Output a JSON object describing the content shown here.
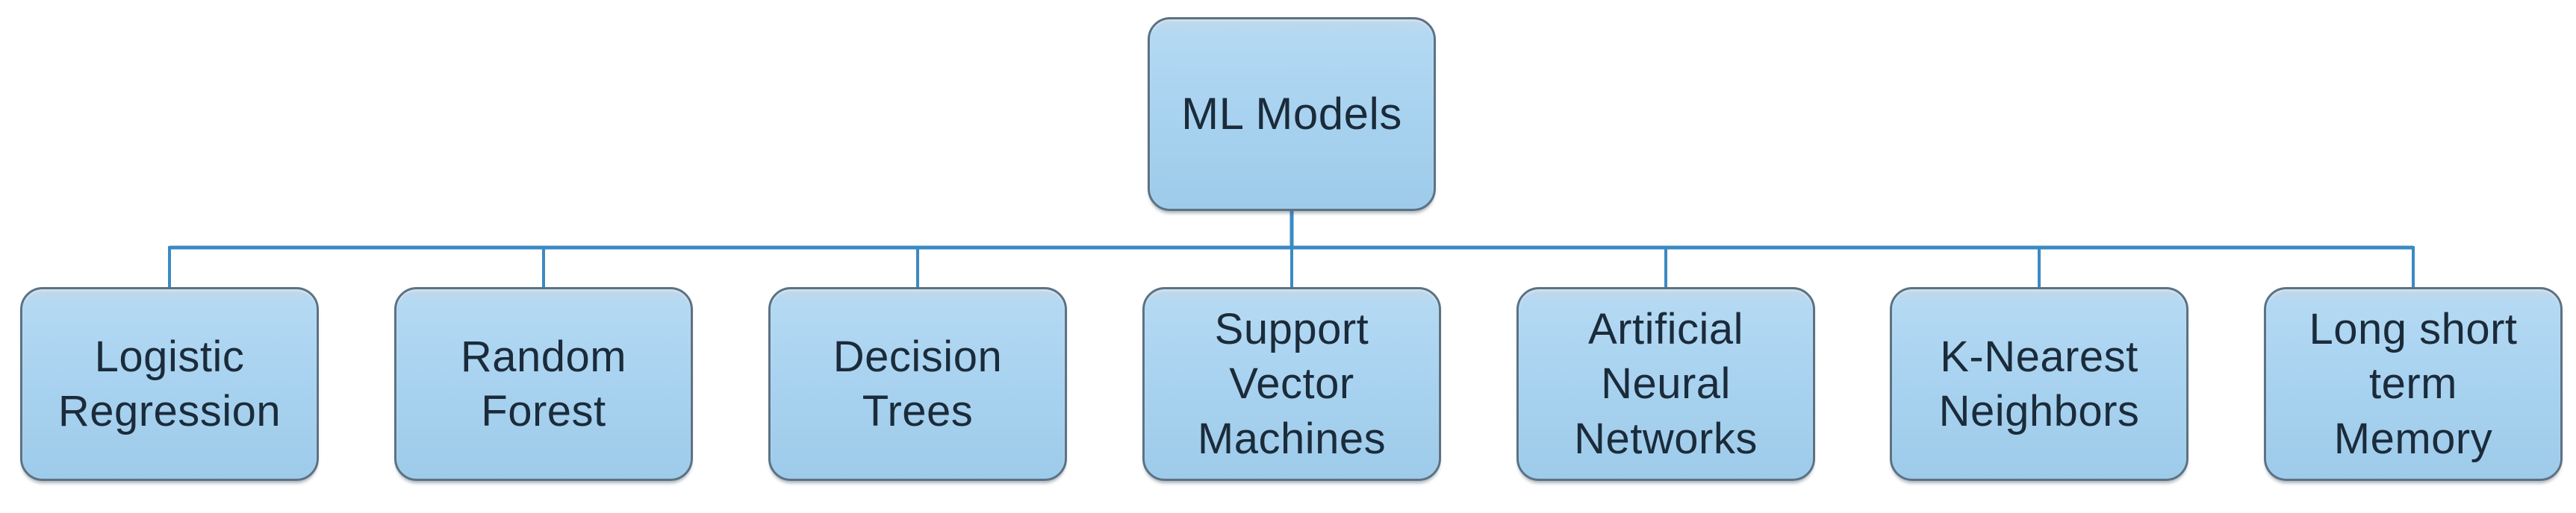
{
  "diagram": {
    "type": "hierarchy",
    "root": {
      "label": "ML Models"
    },
    "children": [
      {
        "label": "Logistic\nRegression"
      },
      {
        "label": "Random\nForest"
      },
      {
        "label": "Decision\nTrees"
      },
      {
        "label": "Support\nVector\nMachines"
      },
      {
        "label": "Artificial\nNeural\nNetworks"
      },
      {
        "label": "K-Nearest\nNeighbors"
      },
      {
        "label": "Long short\nterm\nMemory"
      }
    ],
    "colors": {
      "node_fill_top": "#b4d9f3",
      "node_fill_bottom": "#9ecbea",
      "node_border": "#5c7284",
      "connector_line": "#3b8ac4",
      "text": "#1b2b3a",
      "background": "#ffffff"
    }
  }
}
